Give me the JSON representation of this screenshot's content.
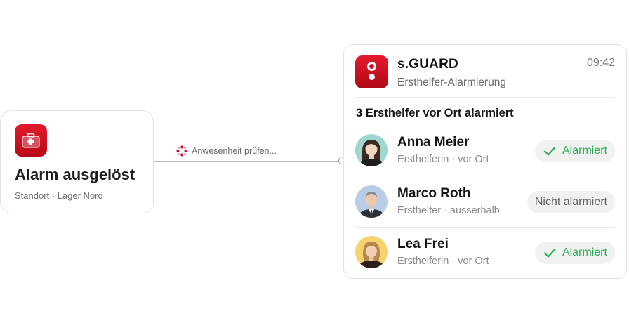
{
  "alarm": {
    "title": "Alarm ausgelöst",
    "location": "Standort · Lager Nord",
    "icon": "first-aid-kit-icon",
    "color": "#d7141f"
  },
  "connector": {
    "status": "Anwesenheit prüfen...",
    "icon": "loading-spinner-icon"
  },
  "notification": {
    "app_name": "s.GUARD",
    "subtitle": "Ersthelfer-Alarmierung",
    "time": "09:42",
    "summary": "3 Ersthelfer vor Ort alarmiert",
    "brand_color": "#d7141f",
    "status_color_ok": "#2fae55",
    "responders": [
      {
        "name": "Anna Meier",
        "role": "Ersthelferin · vor Ort",
        "status": "Alarmiert",
        "status_icon": "check-icon",
        "avatar_bg": "#9fd6cd"
      },
      {
        "name": "Marco Roth",
        "role": "Ersthelfer · ausserhalb",
        "status": "Nicht alarmiert",
        "status_icon": "",
        "avatar_bg": "#b9cde6"
      },
      {
        "name": "Lea Frei",
        "role": "Ersthelferin · vor Ort",
        "status": "Alarmiert",
        "status_icon": "check-icon",
        "avatar_bg": "#f5d26b"
      }
    ]
  }
}
